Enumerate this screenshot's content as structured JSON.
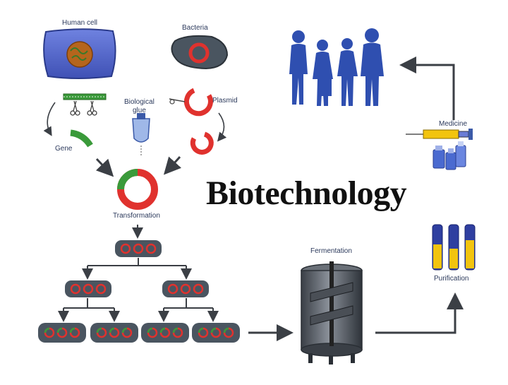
{
  "title": "Biotechnology",
  "labels": {
    "human_cell": "Human cell",
    "bacteria": "Bacteria",
    "biological_glue_1": "Biological",
    "biological_glue_2": "glue",
    "plasmid": "Plasmid",
    "gene": "Gene",
    "transformation": "Transformation",
    "fermentation": "Fermentation",
    "medicine": "Medicine",
    "purification": "Purification"
  },
  "colors": {
    "cell_blue": "#4a5fc8",
    "nucleus": "#b5651d",
    "plasmid_red": "#e0322e",
    "gene_green": "#3a9a3a",
    "bacteria_gray": "#4a5560",
    "arrow_dark": "#3b3f45",
    "people_blue": "#2f4fb0",
    "text_gray": "#2c3a5c",
    "vial_yellow": "#f2c40f"
  },
  "icons": [
    "scissors-icon",
    "glue-bottle-icon",
    "syringe-icon",
    "vial-icon",
    "people-silhouettes-icon",
    "fermentation-tank-icon"
  ]
}
